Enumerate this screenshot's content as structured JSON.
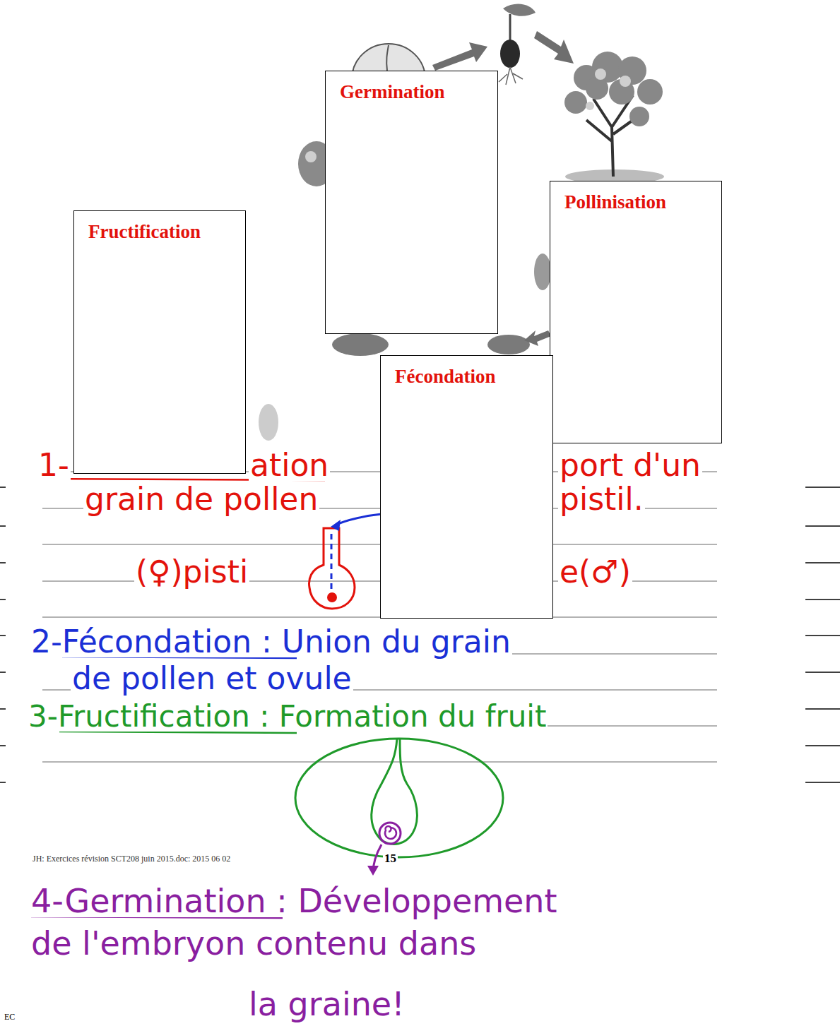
{
  "diagram": {
    "nodes": [
      {
        "text": [
          "Germination"
        ]
      },
      {
        "text": [
          "Pollinisation"
        ]
      },
      {
        "text": [
          "Fécondation"
        ]
      },
      {
        "text": [
          "Fructification"
        ]
      }
    ],
    "labels": [
      "1-",
      "ation",
      "port d'un",
      "grain de pollen",
      "pistil.",
      "(♀)pisti",
      "e(♂)",
      "2-Fécondation : Union du grain",
      "de pollen et ovule",
      "3-Fructification : Formation du fruit",
      "JH: Exercices révision SCT208 juin 2015.doc: 2015 06 02",
      "15",
      "4-Germination : Développement",
      "de l'embryon contenu dans",
      "la graine!",
      "EC"
    ]
  }
}
